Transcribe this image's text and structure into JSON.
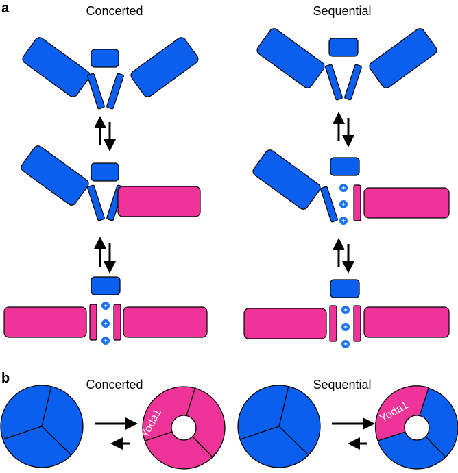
{
  "panel_a": {
    "letter": "a",
    "left_title": "Concerted",
    "right_title": "Sequential"
  },
  "panel_b": {
    "letter": "b",
    "left_title": "Concerted",
    "right_title": "Sequential",
    "label_concerted": "Yoda1",
    "label_sequential": "Yoda1"
  },
  "charge_symbol": "+",
  "colors": {
    "closed_blade": "#0a5fef",
    "open_blade": "#ee3399",
    "outline": "#000000",
    "charge": "#1a73e8"
  }
}
